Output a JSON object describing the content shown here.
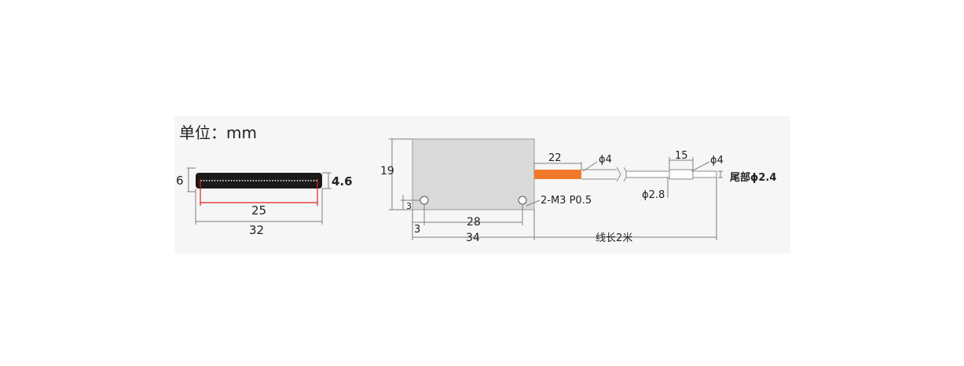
{
  "unit_label": "单位：mm",
  "front_view": {
    "height_outer": "6",
    "height_inner": "4.6",
    "width_inner": "25",
    "width_outer": "32"
  },
  "side_view": {
    "height": "19",
    "hole_offset_v": "3",
    "hole_offset_h": "3",
    "hole_spacing": "28",
    "body_length": "34",
    "mount_hole_spec": "2-M3 P0.5",
    "sheath_length": "22",
    "sheath_diameter": "ϕ4",
    "cable_diameter": "ϕ2.8",
    "tail_length": "15",
    "tail_diameter_outer": "ϕ4",
    "tail_end_diameter": "尾部ϕ2.4",
    "cable_length": "线长2米"
  },
  "colors": {
    "sensor_strip": "#1a1a1a",
    "sensor_dots": "#ffffff",
    "red_dimension": "#e02020",
    "orange_sheath": "#f07a2a",
    "body_fill": "#d9d9d9"
  }
}
